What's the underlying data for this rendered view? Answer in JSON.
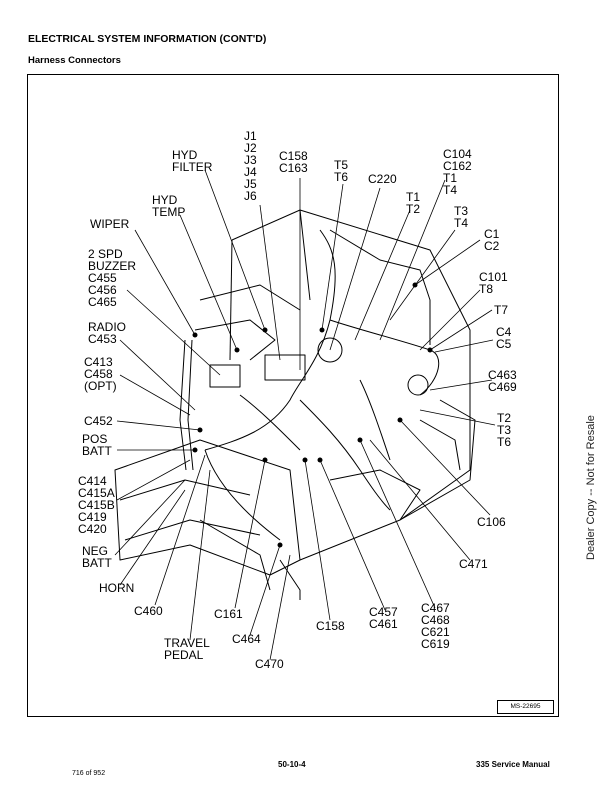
{
  "header": {
    "title": "ELECTRICAL SYSTEM INFORMATION (CONT'D)",
    "subtitle": "Harness Connectors"
  },
  "figure": {
    "id": "MS-22695",
    "callouts": {
      "hyd_filter": [
        "HYD",
        "FILTER"
      ],
      "j_group": [
        "J1",
        "J2",
        "J3",
        "J4",
        "J5",
        "J6"
      ],
      "c158_c163": [
        "C158",
        "C163"
      ],
      "t5_t6": [
        "T5",
        "T6"
      ],
      "c220": [
        "C220"
      ],
      "c104_group": [
        "C104",
        "C162",
        "T1",
        "T4"
      ],
      "t1_t2": [
        "T1",
        "T2"
      ],
      "t3_t4": [
        "T3",
        "T4"
      ],
      "c1_c2": [
        "C1",
        "C2"
      ],
      "hyd_temp": [
        "HYD",
        "TEMP"
      ],
      "wiper": [
        "WIPER"
      ],
      "buzzer_group": [
        "2 SPD",
        "BUZZER",
        "C455",
        "C456",
        "C465"
      ],
      "c101_t8": [
        "C101",
        "T8"
      ],
      "t7": [
        "T7"
      ],
      "c4_c5": [
        "C4",
        "C5"
      ],
      "radio": [
        "RADIO",
        "C453"
      ],
      "c413_group": [
        "C413",
        "C458",
        "(OPT)"
      ],
      "c463_c469": [
        "C463",
        "C469"
      ],
      "c452": [
        "C452"
      ],
      "pos_batt": [
        "POS",
        "BATT"
      ],
      "t2_t3_t6": [
        "T2",
        "T3",
        "T6"
      ],
      "c414_group": [
        "C414",
        "C415A",
        "C415B",
        "C419",
        "C420"
      ],
      "c106": [
        "C106"
      ],
      "neg_batt": [
        "NEG",
        "BATT"
      ],
      "c471": [
        "C471"
      ],
      "horn": [
        "HORN"
      ],
      "c467_group": [
        "C467",
        "C468",
        "C621",
        "C619"
      ],
      "c457_c461": [
        "C457",
        "C461"
      ],
      "c460": [
        "C460"
      ],
      "c161": [
        "C161"
      ],
      "c158": [
        "C158"
      ],
      "c464": [
        "C464"
      ],
      "travel_pedal": [
        "TRAVEL",
        "PEDAL"
      ],
      "c470": [
        "C470"
      ]
    }
  },
  "side_note": "Dealer Copy -- Not for Resale",
  "footer": {
    "page_number": "50-10-4",
    "manual": "335 Service Manual",
    "page_count": "716 of 952"
  }
}
